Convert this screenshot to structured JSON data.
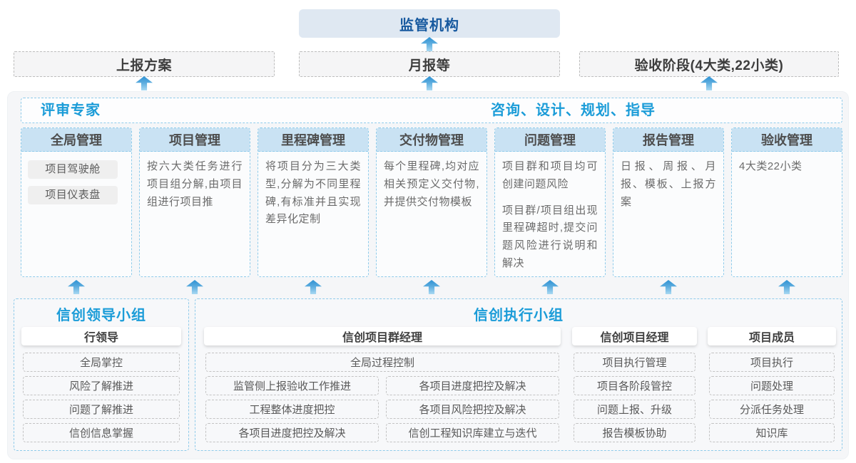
{
  "colors": {
    "accent_blue": "#1b9cd8",
    "dark_blue": "#17599f",
    "column_header_bg": "#c9e2f3",
    "regulator_bg": "#dfe8f2",
    "arrow_blue": "#2e92d3",
    "panel_bg": "#f5f6f8",
    "blue_dash_border": "#8fcbea",
    "gray_dash_border": "#c3c3c3"
  },
  "top": {
    "regulator_label": "监管机构",
    "outputs": [
      {
        "label": "上报方案"
      },
      {
        "label": "月报等"
      },
      {
        "label": "验收阶段(4大类,22小类)"
      }
    ]
  },
  "panel": {
    "expert_label": "评审专家",
    "advisory_label": "咨询、设计、规划、指导",
    "columns": [
      {
        "title": "全局管理",
        "items": [
          "项目驾驶舱",
          "项目仪表盘"
        ]
      },
      {
        "title": "项目管理",
        "text": "按六大类任务进行项目组分解,由项目组进行项目推"
      },
      {
        "title": "里程碑管理",
        "text": "将项目分为三大类型,分解为不同里程碑,有标准并且实现差异化定制"
      },
      {
        "title": "交付物管理",
        "text": "每个里程碑,均对应相关预定义交付物,并提供交付物模板"
      },
      {
        "title": "问题管理",
        "paragraphs": [
          "项目群和项目均可创建问题风险",
          "项目群/项目组出现里程碑超时,提交问题风险进行说明和解决"
        ]
      },
      {
        "title": "报告管理",
        "text": "日报、周报、月报、模板、上报方案"
      },
      {
        "title": "验收管理",
        "text": "4大类22小类"
      }
    ]
  },
  "bottom": {
    "leader_group": {
      "title": "信创领导小组",
      "role": "行领导",
      "items": [
        "全局掌控",
        "风险了解推进",
        "问题了解推进",
        "信创信息掌握"
      ]
    },
    "exec_group": {
      "title": "信创执行小组",
      "program_manager": {
        "role": "信创项目群经理",
        "full_item": "全局过程控制",
        "left_items": [
          "监管侧上报验收工作推进",
          "工程整体进度把控",
          "各项目进度把控及解决"
        ],
        "right_items": [
          "各项目进度把控及解决",
          "各项目风险把控及解决",
          "信创工程知识库建立与迭代"
        ]
      },
      "project_manager": {
        "role": "信创项目经理",
        "items": [
          "项目执行管理",
          "项目各阶段管控",
          "问题上报、升级",
          "报告模板协助"
        ]
      },
      "member": {
        "role": "项目成员",
        "items": [
          "项目执行",
          "问题处理",
          "分派任务处理",
          "知识库"
        ]
      }
    }
  }
}
